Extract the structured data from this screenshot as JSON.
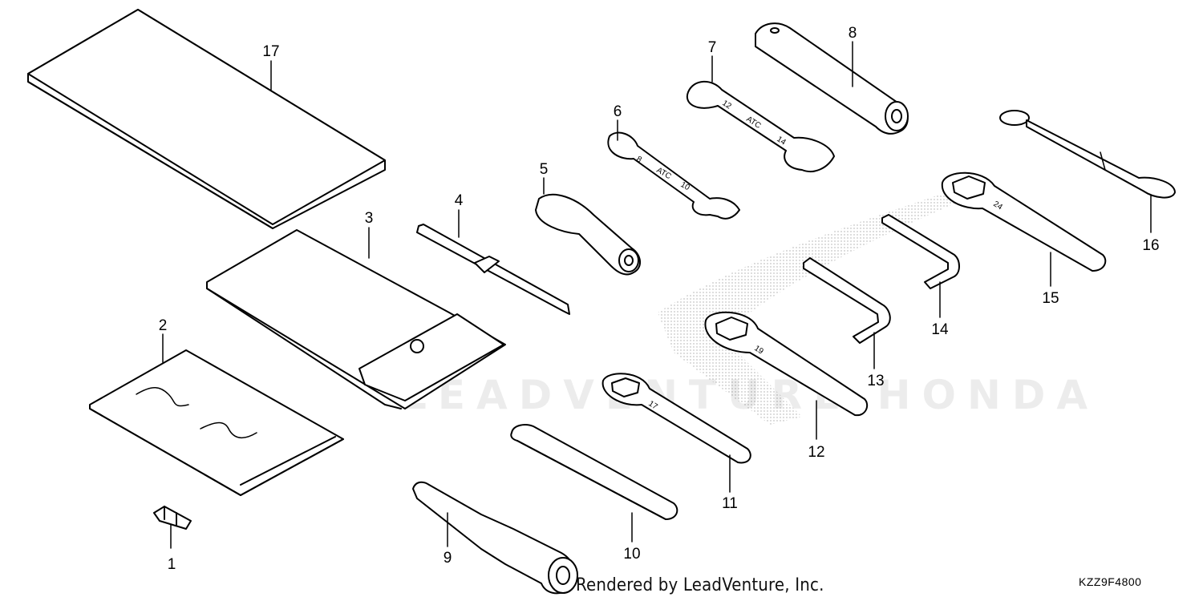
{
  "diagram": {
    "callouts": {
      "c1": "1",
      "c2": "2",
      "c3": "3",
      "c4": "4",
      "c5": "5",
      "c6": "6",
      "c7": "7",
      "c8": "8",
      "c9": "9",
      "c10": "10",
      "c11": "11",
      "c12": "12",
      "c13": "13",
      "c14": "14",
      "c15": "15",
      "c16": "16",
      "c17": "17"
    },
    "wrench_marks": {
      "w6_a": "8",
      "w6_b": "ATC",
      "w6_c": "10",
      "w7_a": "12",
      "w7_b": "ATC",
      "w7_c": "14",
      "w11": "17",
      "w12": "19",
      "w15": "24"
    },
    "watermark": "LEADVENTURE HONDA",
    "credit": "Rendered by LeadVenture, Inc.",
    "code": "KZZ9F4800"
  }
}
